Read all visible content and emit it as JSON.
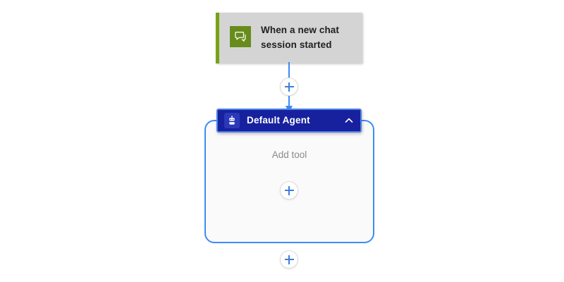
{
  "canvas": {
    "background": "#ffffff"
  },
  "trigger_node": {
    "label": "When a new chat session started",
    "icon": "chat-bubble-icon",
    "accent_color": "#76a317",
    "icon_tile_color": "#688c1b",
    "background": "#d4d4d4"
  },
  "connector": {
    "color": "#3b8cf4",
    "add_step_label": "+"
  },
  "agent_node": {
    "title": "Default Agent",
    "icon": "robot-agent-icon",
    "header_color": "#17219e",
    "selection_border_color": "#4a7ee8",
    "container_border_color": "#3b8cf4",
    "collapse_icon": "chevron-up-icon",
    "body": {
      "add_tool_label": "Add tool",
      "add_tool_button": "+"
    }
  },
  "bottom_add": {
    "label": "+"
  }
}
